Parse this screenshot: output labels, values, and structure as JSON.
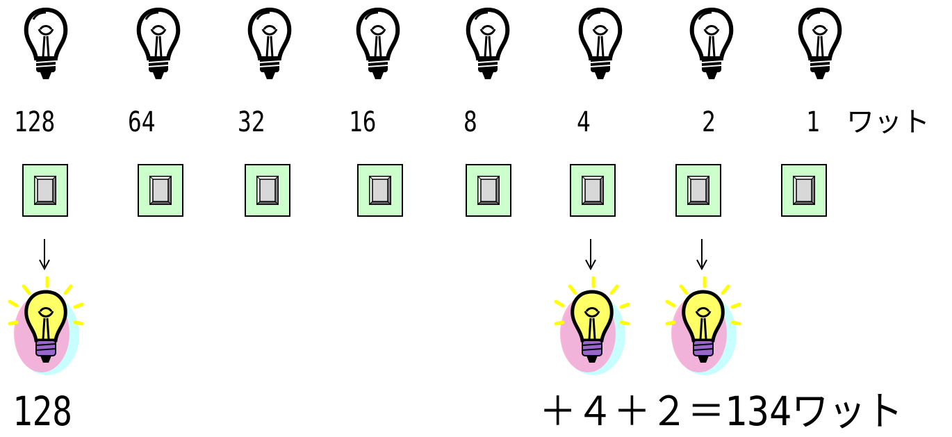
{
  "bulbs": [
    {
      "watt": "128",
      "on": true
    },
    {
      "watt": "64",
      "on": false
    },
    {
      "watt": "32",
      "on": false
    },
    {
      "watt": "16",
      "on": false
    },
    {
      "watt": "8",
      "on": false
    },
    {
      "watt": "4",
      "on": true
    },
    {
      "watt": "2",
      "on": true
    },
    {
      "watt": "1",
      "on": false
    }
  ],
  "unit_label": "ワット",
  "result": {
    "left": "128",
    "right": "＋４＋２＝134ワット"
  },
  "colors": {
    "switch_bg": "#ccffcc",
    "switch_face": "#d8d8d8",
    "glow_yellow": "#ffff00",
    "glow_pink": "#ff99cc",
    "glow_cyan": "#99ffff",
    "bulb_yellow": "#ffff66",
    "bulb_base": "#9966cc"
  }
}
